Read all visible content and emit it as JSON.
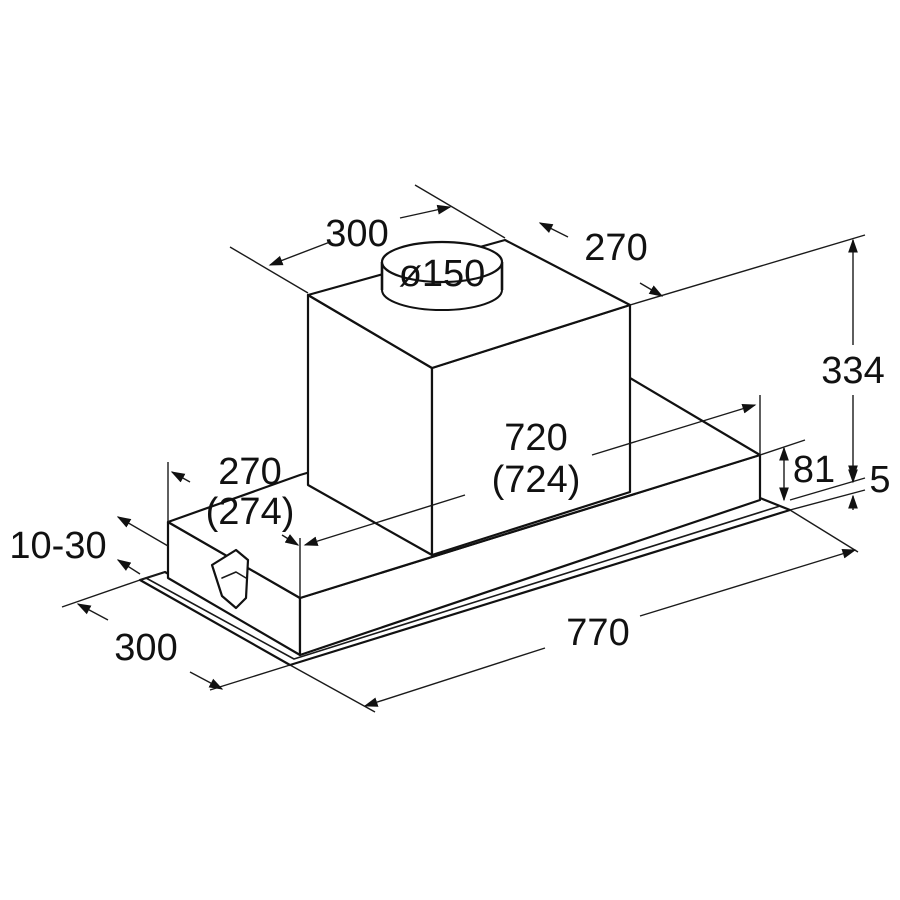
{
  "dimensions": {
    "duct_diameter": "ø150",
    "motor_width": "300",
    "motor_depth": "270",
    "total_height": "334",
    "body_width": "720",
    "body_width_alt": "(724)",
    "body_depth": "270",
    "body_depth_alt": "(274)",
    "body_height": "81",
    "frame_thickness": "5",
    "side_adjust": "10-30",
    "frame_depth": "300",
    "frame_width": "770"
  }
}
